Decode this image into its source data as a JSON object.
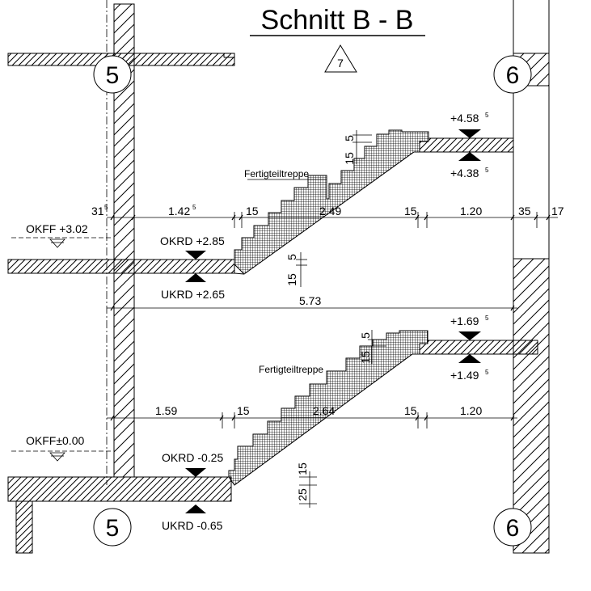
{
  "title": "Schnitt B - B",
  "section_marker": "7",
  "axes": {
    "left": "5",
    "right": "6"
  },
  "upper": {
    "okff": "OKFF +3.02",
    "okrd": "OKRD +2.85",
    "ukrd": "UKRD +2.65",
    "landing_top": {
      "main": "+4.58",
      "sup": "5"
    },
    "landing_bottom": {
      "main": "+4.38",
      "sup": "5"
    },
    "stair_label": "Fertigteiltreppe",
    "riser_5": "5",
    "riser_15": "15",
    "slab_5": "5",
    "slab_15": "15",
    "dim_wall": {
      "main": "31",
      "sup": "5"
    },
    "dim_1": {
      "main": "1.42",
      "sup": "5"
    },
    "dim_2": "15",
    "dim_3": "2.49",
    "dim_4": "15",
    "dim_5": "1.20",
    "dim_6": "35",
    "dim_7": "17"
  },
  "overall": "5.73",
  "lower": {
    "okff": "OKFF±0.00",
    "okrd": "OKRD -0.25",
    "ukrd": "UKRD -0.65",
    "landing_top": {
      "main": "+1.69",
      "sup": "5"
    },
    "landing_bottom": {
      "main": "+1.49",
      "sup": "5"
    },
    "stair_label": "Fertigteiltreppe",
    "riser_5": "5",
    "riser_15": "15",
    "dim_1": "1.59",
    "dim_2": "15",
    "dim_3": "2.64",
    "dim_4": "15",
    "dim_5": "1.20",
    "slab_15": "15",
    "slab_25": "25"
  }
}
